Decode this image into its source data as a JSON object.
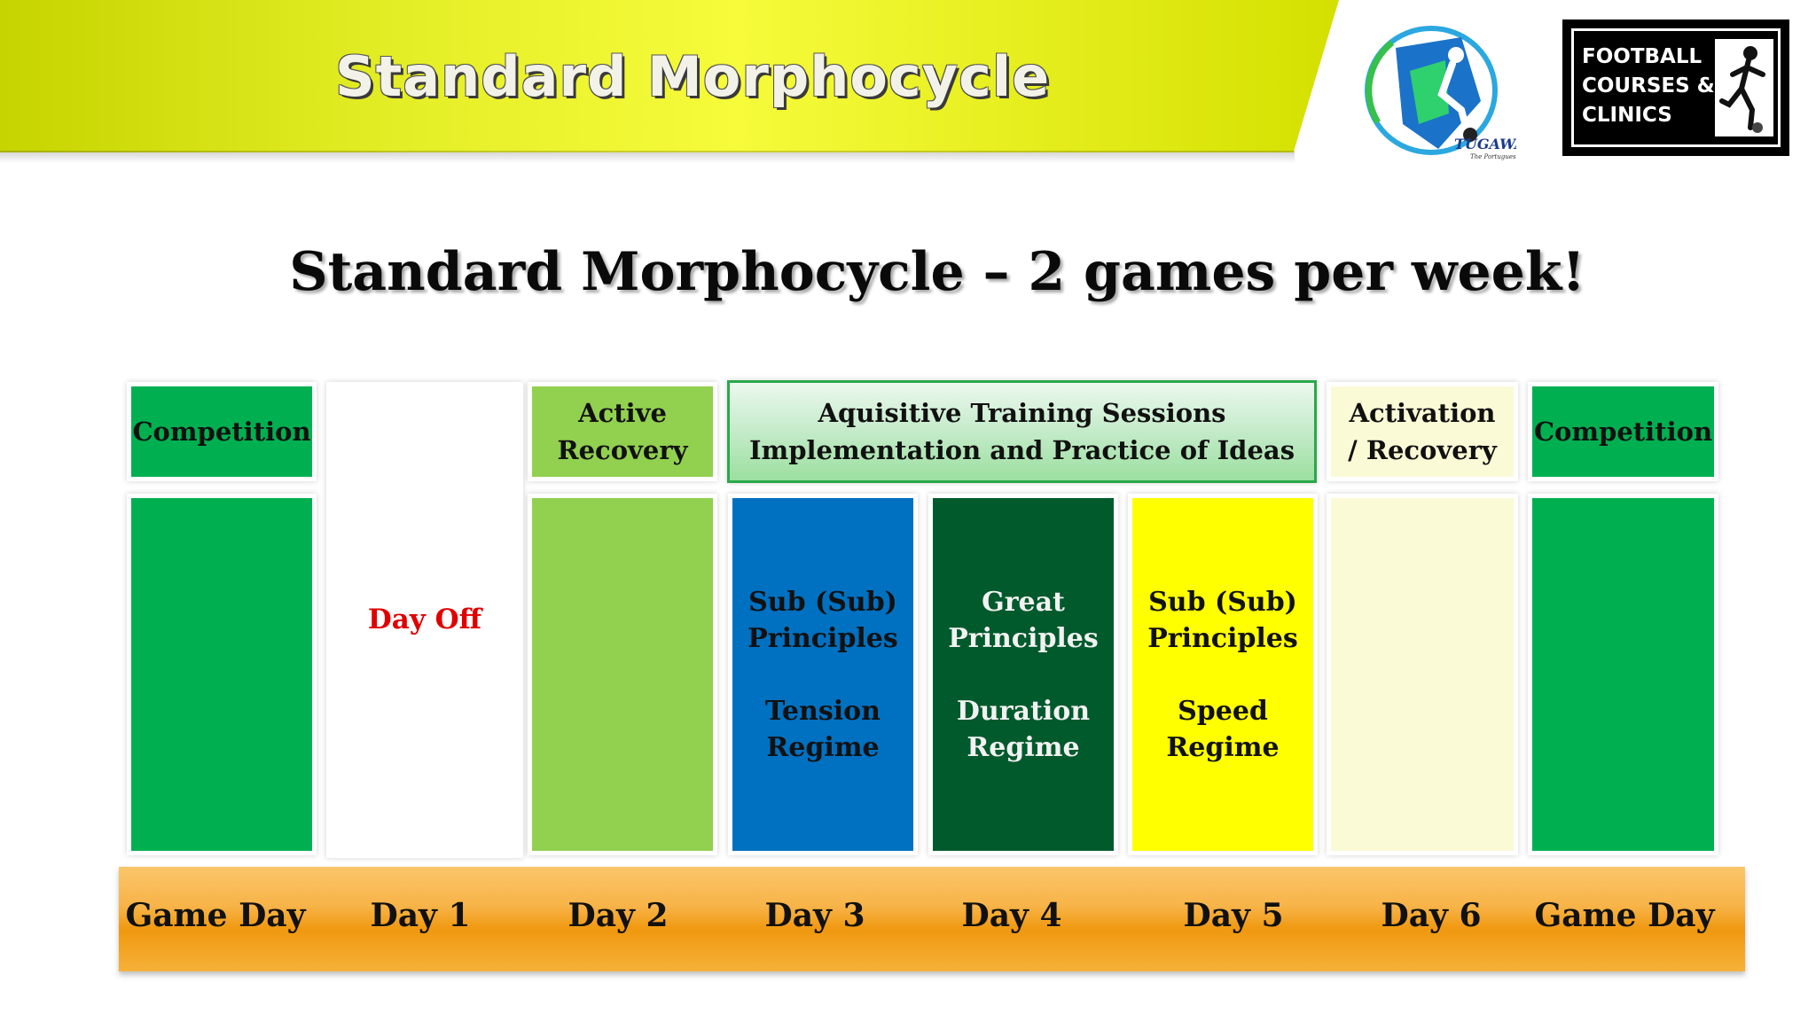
{
  "header": {
    "banner_title": "Standard Morphocycle"
  },
  "logos": {
    "tugaway": {
      "name": "TUGAWAY",
      "tagline": "The Portuguese Way"
    },
    "football_courses": {
      "lines": [
        "FOOTBALL",
        "COURSES &",
        "CLINICS"
      ]
    }
  },
  "main_title": "Standard Morphocycle – 2 games per week!",
  "headers": {
    "day0": "Competition",
    "day2": [
      "Active",
      "Recovery"
    ],
    "days345": [
      "Aquisitive Training Sessions",
      "Implementation and Practice of Ideas"
    ],
    "day6": [
      "Activation",
      "/ Recovery"
    ],
    "day7": "Competition"
  },
  "blocks": {
    "day1": "Day Off",
    "day3": [
      "Sub (Sub)",
      "Principles",
      "Tension",
      "Regime"
    ],
    "day4": [
      "Great",
      "Principles",
      "Duration",
      "Regime"
    ],
    "day5": [
      "Sub (Sub)",
      "Principles",
      "Speed",
      "Regime"
    ]
  },
  "days": [
    "Game Day",
    "Day 1",
    "Day 2",
    "Day 3",
    "Day 4",
    "Day 5",
    "Day 6",
    "Game Day"
  ],
  "colors": {
    "competition": "#00b050",
    "active_recovery": "#92d050",
    "tension": "#0070c0",
    "duration": "#005a2c",
    "speed": "#ffff00",
    "activation": "#fbfad6",
    "day_off_text": "#e00000",
    "banner": "#e4ee26",
    "day_bar": "#f7b347"
  }
}
